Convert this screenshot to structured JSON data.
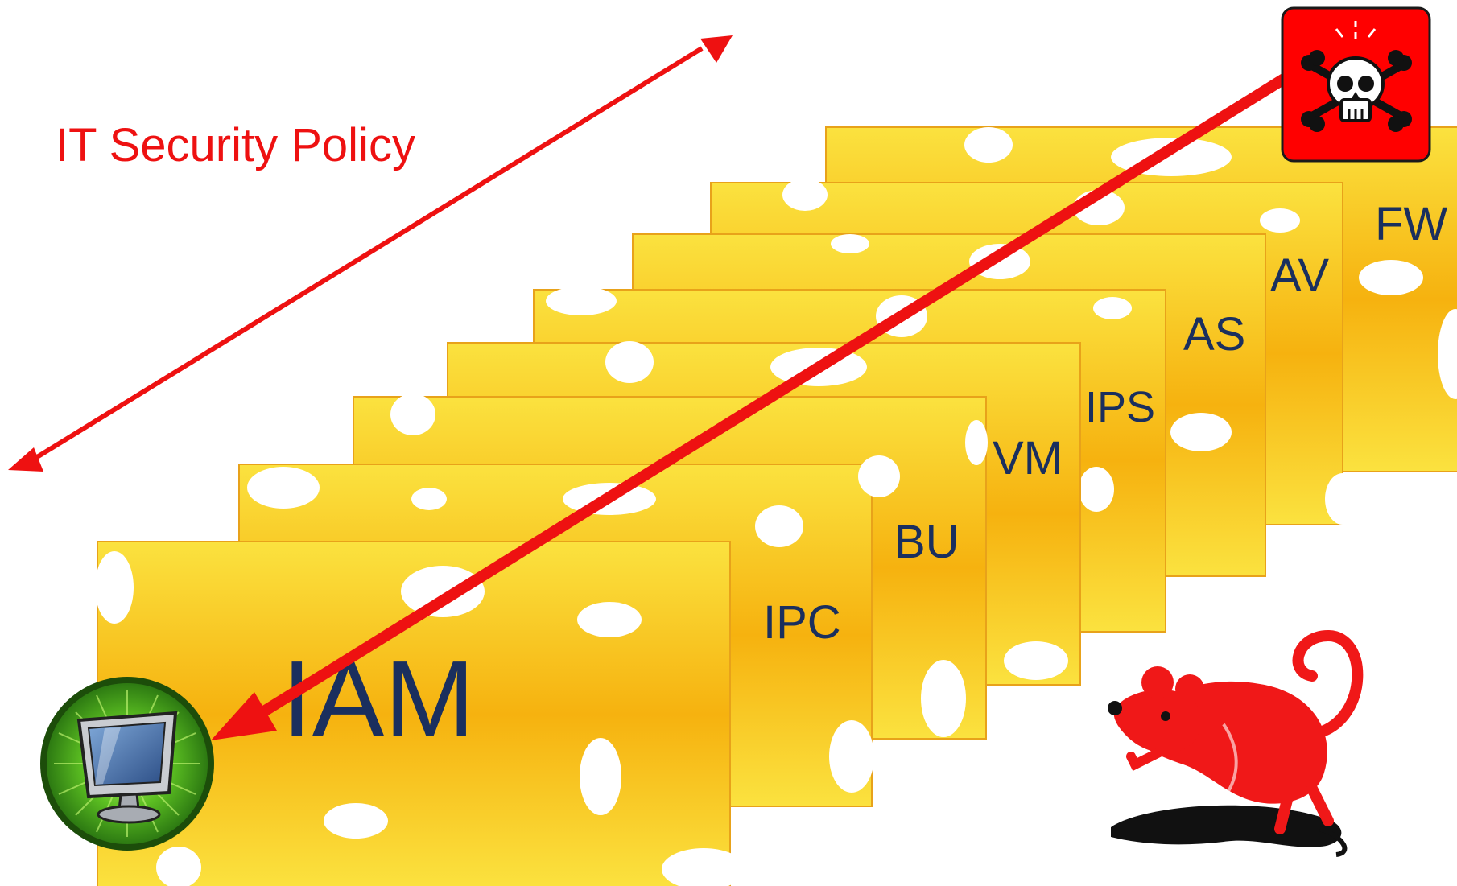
{
  "policy_label": "IT Security Policy",
  "layers": [
    {
      "id": "fw",
      "label": "FW"
    },
    {
      "id": "av",
      "label": "AV"
    },
    {
      "id": "as",
      "label": "AS"
    },
    {
      "id": "ips",
      "label": "IPS"
    },
    {
      "id": "vm",
      "label": "VM"
    },
    {
      "id": "bu",
      "label": "BU"
    },
    {
      "id": "ipc",
      "label": "IPC"
    },
    {
      "id": "iam",
      "label": "IAM"
    }
  ],
  "colors": {
    "cheese_light": "#f9dd3a",
    "cheese_dark": "#f5b00d",
    "cheese_edge": "#e8a21a",
    "label_navy": "#1a2f5e",
    "arrow_red": "#ee1111",
    "threat_bg": "#ff0000",
    "mouse_red": "#f01818",
    "computer_green": "#4caf1e"
  },
  "icons": {
    "threat": "skull-crossbones-icon",
    "target": "computer-monitor-icon",
    "mouse": "mouse-icon"
  }
}
